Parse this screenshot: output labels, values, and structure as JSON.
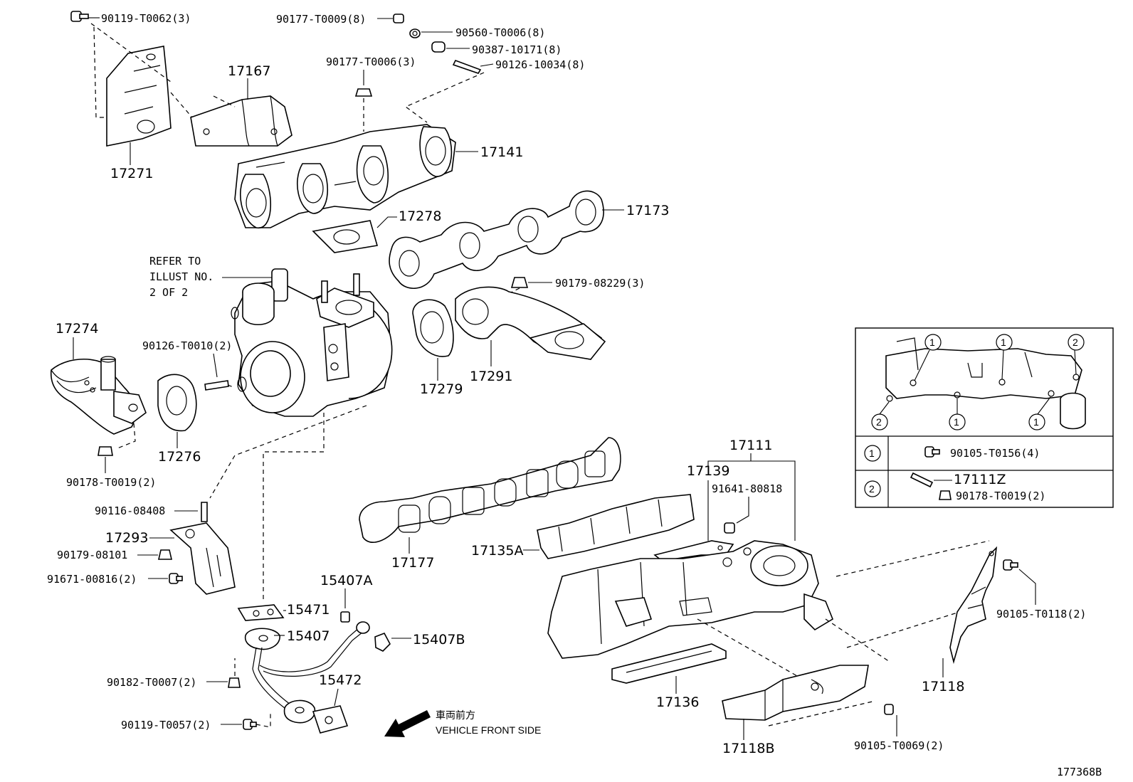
{
  "labels": {
    "p90119_T0062": "90119-T0062(3)",
    "p90177_T0009": "90177-T0009(8)",
    "p90560_T0006": "90560-T0006(8)",
    "p90387_10171": "90387-10171(8)",
    "p90177_T0006": "90177-T0006(3)",
    "p90126_10034": "90126-10034(8)",
    "p17167": "17167",
    "p17141": "17141",
    "p17271": "17271",
    "p17278": "17278",
    "p17173": "17173",
    "refer1": "REFER TO",
    "refer2": "ILLUST NO.",
    "refer3": "2 OF 2",
    "p90179_08229": "90179-08229(3)",
    "p17274": "17274",
    "p90126_T0010": "90126-T0010(2)",
    "p17279": "17279",
    "p17291": "17291",
    "p17276": "17276",
    "p90178_T0019": "90178-T0019(2)",
    "p17111": "17111",
    "p17139": "17139",
    "p91641_80818": "91641-80818",
    "p90116_08408": "90116-08408",
    "p17293": "17293",
    "p90179_08101": "90179-08101",
    "p91671_00816": "91671-00816(2)",
    "p17177": "17177",
    "p17135A": "17135A",
    "p15407A": "15407A",
    "p15471": "15471",
    "p15407": "15407",
    "p15407B": "15407B",
    "p90182_T0007": "90182-T0007(2)",
    "p15472": "15472",
    "p90119_T0057": "90119-T0057(2)",
    "p17136": "17136",
    "p17118B": "17118B",
    "p90105_T0069": "90105-T0069(2)",
    "p17118": "17118",
    "p90105_T0118": "90105-T0118(2)",
    "front_jp": "車両前方",
    "front_en": "VEHICLE FRONT SIDE",
    "illust_no": "177368B"
  },
  "inset": {
    "callout_1": "1",
    "callout_2": "2",
    "row1_part": "90105-T0156(4)",
    "row2_part_a": "17111Z",
    "row2_part_b": "90178-T0019(2)"
  }
}
